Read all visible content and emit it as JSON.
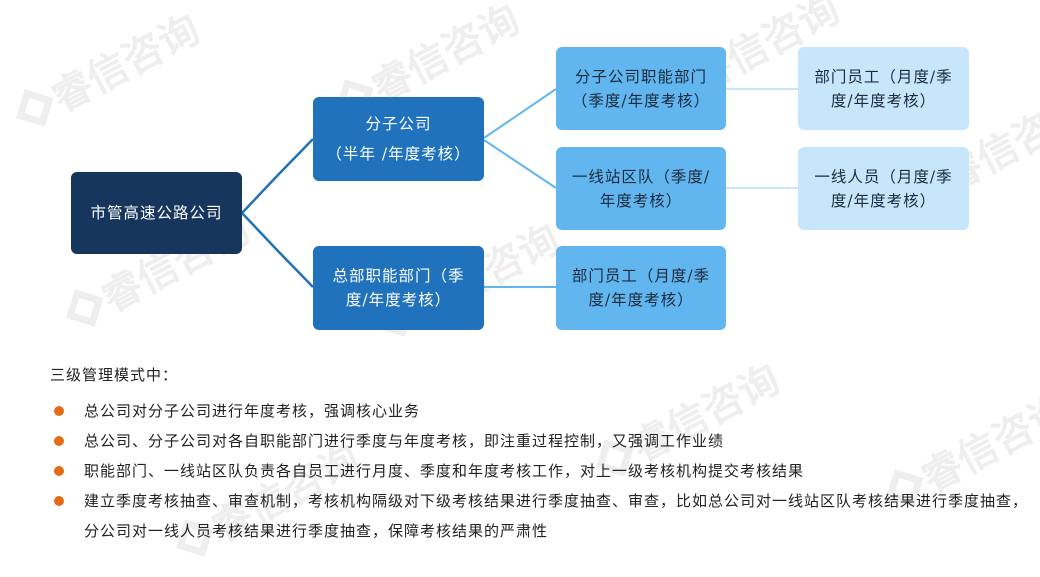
{
  "org_chart": {
    "root": {
      "label": "市管高速公路公司"
    },
    "branch": {
      "line1": "分子公司",
      "line2": "（半年 /年度考核）"
    },
    "hq": {
      "label": "总部职能部门（季度/年度考核）"
    },
    "branch_dept": {
      "label": "分子公司职能部门（季度/年度考核）"
    },
    "frontline": {
      "label": "一线站区队（季度/年度考核）"
    },
    "hq_staff": {
      "label": "部门员工（月度/季度/年度考核）"
    },
    "dept_staff": {
      "label": "部门员工（月度/季度/年度考核）"
    },
    "frontline_staff": {
      "label": "一线人员（月度/季度/年度考核）"
    }
  },
  "notes": {
    "intro": "三级管理模式中：",
    "bullets": [
      "总公司对分子公司进行年度考核，强调核心业务",
      "总公司、分子公司对各自职能部门进行季度与年度考核，即注重过程控制，又强调工作业绩",
      "职能部门、一线站区队负责各自员工进行月度、季度和年度考核工作，对上一级考核机构提交考核结果",
      "建立季度考核抽查、审查机制，考核机构隔级对下级考核结果进行季度抽查、审查，比如总公司对一线站区队考核结果进行季度抽查，分公司对一线人员考核结果进行季度抽查，保障考核结果的严肃性"
    ]
  },
  "watermark": {
    "text": "睿信咨询"
  },
  "colors": {
    "root": "#17365d",
    "level1": "#1f72bb",
    "level2": "#62b6f0",
    "level3": "#c7e6fb",
    "bullet": "#e36c1a"
  }
}
